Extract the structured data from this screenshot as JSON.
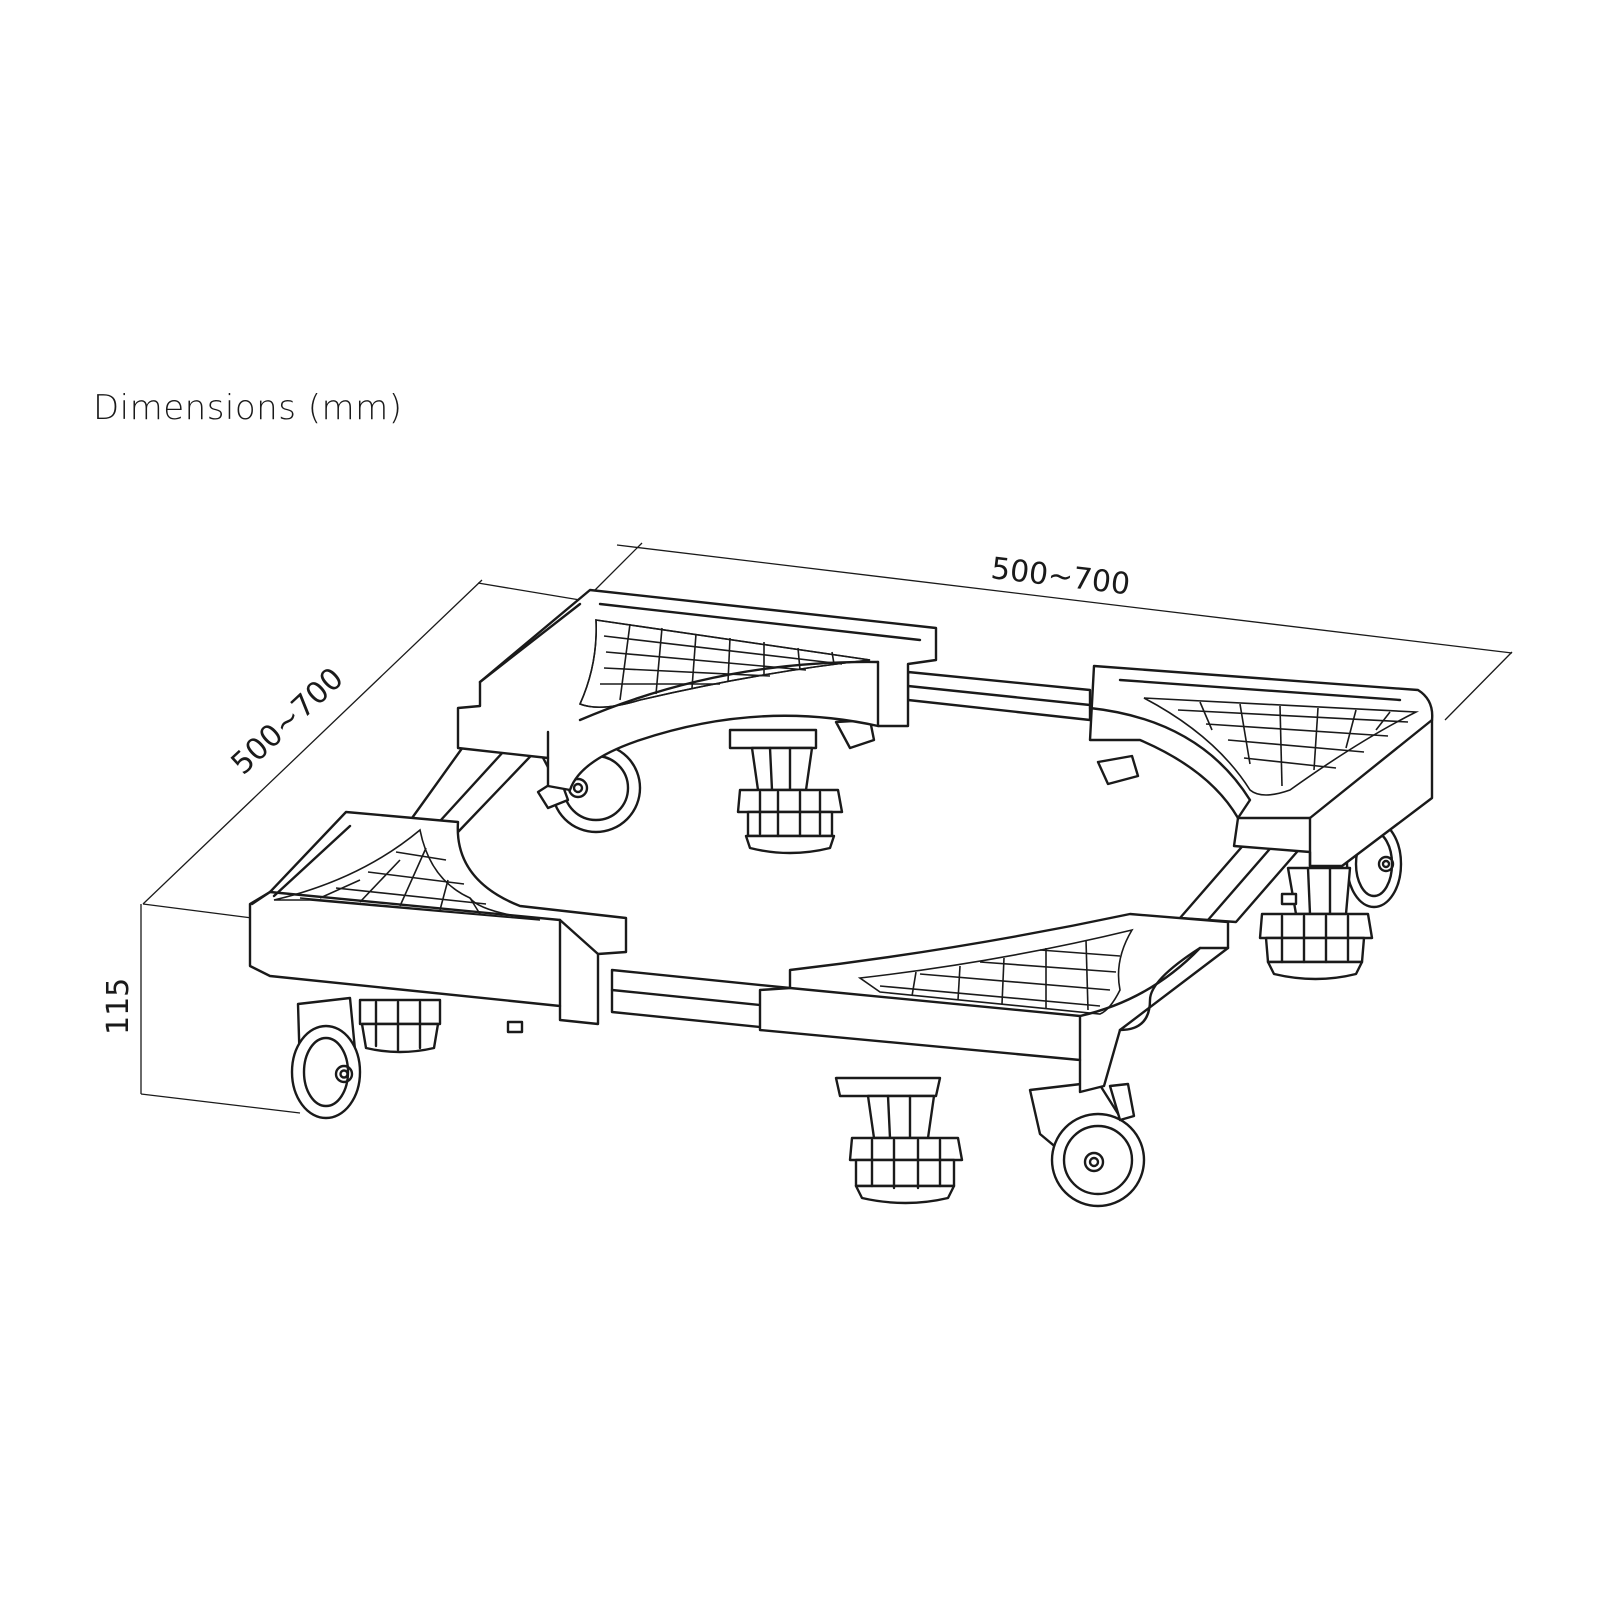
{
  "title": "Dimensions (mm)",
  "dimensions": {
    "width_label": "500~700",
    "depth_label": "500~700",
    "height_label": "115"
  },
  "colors": {
    "line": "#1a1a1a",
    "background": "#ffffff"
  }
}
